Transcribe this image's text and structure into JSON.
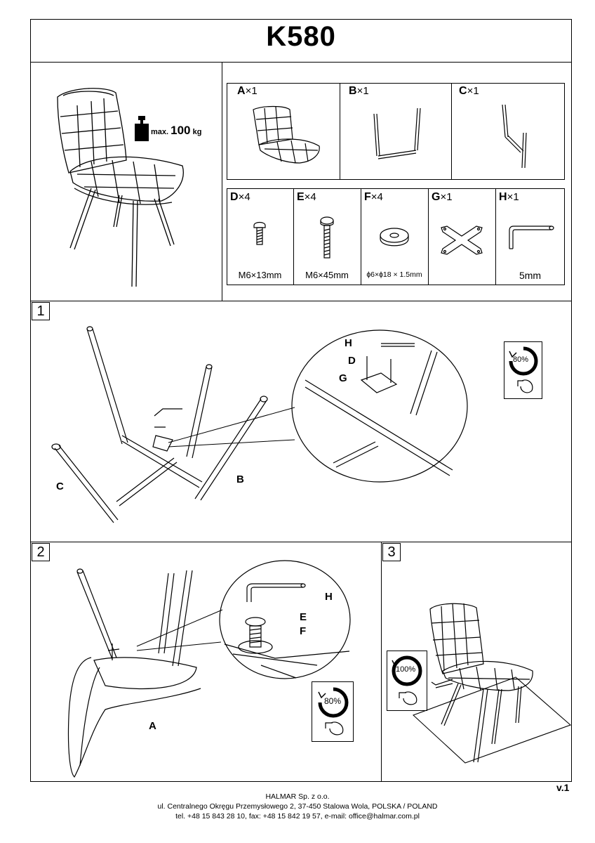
{
  "title": "K580",
  "max_load": {
    "prefix": "max.",
    "value": "100",
    "unit": "kg"
  },
  "parts": [
    {
      "letter": "A",
      "qty": "×1",
      "spec": ""
    },
    {
      "letter": "B",
      "qty": "×1",
      "spec": ""
    },
    {
      "letter": "C",
      "qty": "×1",
      "spec": ""
    },
    {
      "letter": "D",
      "qty": "×4",
      "spec": "M6×13mm"
    },
    {
      "letter": "E",
      "qty": "×4",
      "spec": "M6×45mm"
    },
    {
      "letter": "F",
      "qty": "×4",
      "spec": "ɸ6×ɸ18 × 1.5mm"
    },
    {
      "letter": "G",
      "qty": "×1",
      "spec": ""
    },
    {
      "letter": "H",
      "qty": "×1",
      "spec": "5mm"
    }
  ],
  "steps": [
    {
      "number": "1",
      "labels": {
        "h": "H",
        "d": "D",
        "g": "G",
        "c": "C",
        "b": "B"
      },
      "torque": "80%"
    },
    {
      "number": "2",
      "labels": {
        "h": "H",
        "e": "E",
        "f": "F",
        "a": "A"
      },
      "torque": "80%"
    },
    {
      "number": "3",
      "torque": "100%"
    }
  ],
  "version": "v.1",
  "footer": {
    "company": "HALMAR Sp. z o.o.",
    "address": "ul. Centralnego Okręgu Przemysłowego 2, 37-450 Stalowa Wola, POLSKA / POLAND",
    "contact": "tel. +48 15 843 28 10, fax: +48 15 842 19 57, e-mail: office@halmar.com.pl"
  }
}
